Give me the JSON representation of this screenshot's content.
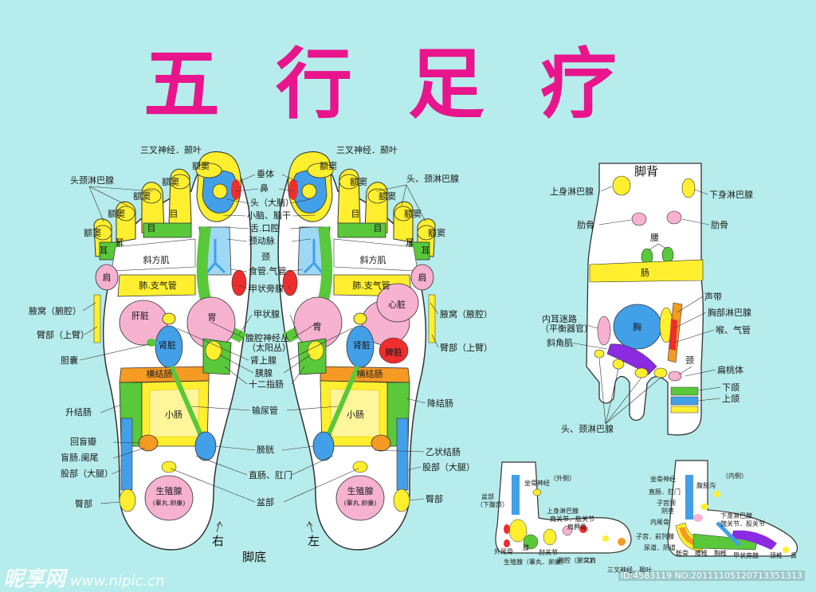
{
  "title": "五行足疗",
  "sole": {
    "caption": "脚底",
    "right_mark": "右",
    "left_mark": "左",
    "in_labels": {
      "sinus": "额窦",
      "ear": "耳",
      "eye": "目",
      "trapezius": "斜方肌",
      "shoulder": "肩",
      "lung": "肺.支气管",
      "liver": "肝脏",
      "heart": "心脏",
      "kidney": "肾脏",
      "stomach": "胃",
      "spleen": "脾脏",
      "transverse_colon": "横结肠",
      "small_intestine": "小肠",
      "reproductive": "生殖腺",
      "reproductive_sub": "(睾丸.卵巢)"
    },
    "left_side": [
      "头颈淋巴腺",
      "腋窝（腑腔）",
      "臂部（上臂）",
      "胆囊",
      "升结肠",
      "回盲瓣",
      "盲肠.阑尾",
      "股部（大腿）",
      "臀部"
    ],
    "center": [
      "三叉神经．颞叶",
      "垂体",
      "鼻",
      "头（大脑）",
      "小脑、脑干",
      "舌.口腔",
      "颈动脉",
      "颈",
      "食管.气管",
      "甲状旁腺",
      "甲状腺",
      "腹腔神经丛",
      "（太阳丛）",
      "肾上腺",
      "胰腺",
      "十二指肠",
      "输尿管",
      "膀胱",
      "直肠、肛门",
      "盆部"
    ],
    "right_side": [
      "三叉神经．颞叶",
      "头、颈淋巴腺",
      "腋窝（腋腔）",
      "臂部（上臂）",
      "降结肠",
      "乙状结肠",
      "股部（大腿）",
      "臀部"
    ]
  },
  "dorsum": {
    "title": "脚背",
    "labels": [
      "上身淋巴腺",
      "下身淋巴腺",
      "肋骨",
      "肋骨",
      "腰",
      "肠",
      "声带",
      "胸部淋巴腺",
      "喉、气管",
      "内耳迷路",
      "（平衡器官）",
      "胸",
      "斜角肌",
      "颈",
      "扁桃体",
      "下颌",
      "上颌",
      "头、颈淋巴腺"
    ]
  },
  "outer_view": {
    "heading": "（外侧）",
    "labels": [
      "坐骨神经",
      "盆部",
      "（下腹部）",
      "上身淋巴腺",
      "肩关节．肱关节",
      "肩胛骨",
      "外尾骨",
      "膝",
      "肘关节",
      "生殖腺（睾丸．卵巢）",
      "腑腔（腑窝）",
      "肩",
      "三叉神经．颞叶"
    ]
  },
  "inner_view": {
    "heading": "（内侧）",
    "labels": [
      "坐骨神经",
      "腹股沟",
      "直肠．肛门",
      "子宫颈",
      "阴茎",
      "内尾骨",
      "下身淋巴腺",
      "髋关节．股关节",
      "子宫．前列腺",
      "尿道．阴道",
      "骶骨",
      "腰椎",
      "胸椎",
      "甲状旁腺",
      "颈椎",
      "鼻"
    ]
  },
  "watermark": {
    "brand": "昵享网",
    "url": "www.nipic.cn",
    "image_id": "ID:4583119 NO:20111105120713351313"
  },
  "colors": {
    "background": "#b7ecec",
    "title": "#e8158c",
    "yellow": "#ffef2e",
    "green": "#59c83a",
    "blue": "#42a0e8",
    "pink": "#f7b2d0",
    "red": "#ee2d2d",
    "orange": "#f59a23",
    "purple": "#8a2be2"
  }
}
